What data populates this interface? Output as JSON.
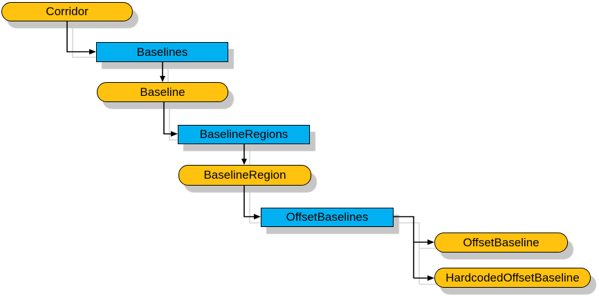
{
  "diagram": {
    "type": "hierarchy-diagram",
    "nodes": [
      {
        "id": "corridor",
        "label": "Corridor",
        "shape": "rounded",
        "fill": "#FFC20E"
      },
      {
        "id": "baselines",
        "label": "Baselines",
        "shape": "rectangle",
        "fill": "#00B0F0"
      },
      {
        "id": "baseline",
        "label": "Baseline",
        "shape": "rounded",
        "fill": "#FFC20E"
      },
      {
        "id": "baseline-regions",
        "label": "BaselineRegions",
        "shape": "rectangle",
        "fill": "#00B0F0"
      },
      {
        "id": "baseline-region",
        "label": "BaselineRegion",
        "shape": "rounded",
        "fill": "#FFC20E"
      },
      {
        "id": "offset-baselines",
        "label": "OffsetBaselines",
        "shape": "rectangle",
        "fill": "#00B0F0"
      },
      {
        "id": "offset-baseline",
        "label": "OffsetBaseline",
        "shape": "rounded",
        "fill": "#FFC20E"
      },
      {
        "id": "hardcoded-offset-baseline",
        "label": "HardcodedOffsetBaseline",
        "shape": "rounded",
        "fill": "#FFC20E"
      }
    ],
    "edges": [
      {
        "from": "Corridor",
        "to": "Baselines",
        "style": "elbow-arrow"
      },
      {
        "from": "Baselines",
        "to": "Baseline",
        "style": "straight-arrow"
      },
      {
        "from": "Baseline",
        "to": "BaselineRegions",
        "style": "elbow-arrow"
      },
      {
        "from": "BaselineRegions",
        "to": "BaselineRegion",
        "style": "straight-arrow"
      },
      {
        "from": "BaselineRegion",
        "to": "OffsetBaselines",
        "style": "elbow-arrow"
      },
      {
        "from": "OffsetBaselines",
        "to": "OffsetBaseline",
        "style": "elbow-arrow"
      },
      {
        "from": "OffsetBaselines",
        "to": "HardcodedOffsetBaseline",
        "style": "elbow-arrow"
      }
    ],
    "colors": {
      "node_yellow": "#FFC20E",
      "node_blue": "#00B0F0",
      "border": "#000000",
      "connector": "#000000",
      "node_shadow": "#C6C6C6",
      "line_shadow": "#D6D6D6",
      "background": "#FFFFFF"
    }
  }
}
